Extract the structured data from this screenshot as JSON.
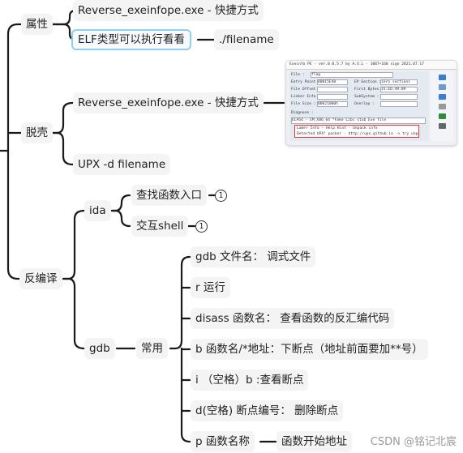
{
  "nodes": {
    "attr": "属性",
    "attr_tool": "Reverse_exeinfope.exe - 快捷方式",
    "attr_elf": "ELF类型可以执行看看",
    "attr_elf_cmd": "./filename",
    "unpack": "脱壳",
    "unpack_tool": "Reverse_exeinfope.exe - 快捷方式",
    "unpack_upx": "UPX -d filename",
    "decompile": "反编译",
    "ida": "ida",
    "ida_find_entry": "查找函数入口",
    "ida_interact": "交互shell",
    "gdb": "gdb",
    "gdb_common": "常用",
    "gdb_cmd_1": "gdb 文件名： 调式文件",
    "gdb_cmd_2": "r 运行",
    "gdb_cmd_3": "disass 函数名： 查看函数的反汇编代码",
    "gdb_cmd_4": "b 函数名/*地址：下断点（地址前面要加**号）",
    "gdb_cmd_5": "i （空格）b :查看断点",
    "gdb_cmd_6": "d(空格) 断点编号： 删除断点",
    "gdb_cmd_7": "p 函数名称",
    "gdb_cmd_7_desc": "函数开始地址"
  },
  "badges": {
    "ida_find_entry": "1",
    "ida_interact": "1"
  },
  "screenshot": {
    "title": "Exeinfo PE - ver.0.0.5.7  by A.S.L -  1087+160 sign  2021.07.17",
    "file_label": "File :",
    "file_value": "flag",
    "entry_label": "Entry Point :",
    "entry_value": "00015E40",
    "ep_section_label": "EP Section :",
    "ep_section_value": "zero sections",
    "file_offset_label": "File Offset :",
    "first_bytes_label": "First Bytes :",
    "first_bytes_value": "31.ED.49.89",
    "linker_label": "Linker Info :",
    "subsystem_label": "SubSystem :",
    "file_size_label": "File Size :",
    "file_size_value": "00021000h",
    "overlay_label": "Overlay :",
    "diagnose_label": "Diagnose :",
    "status_line": "ELF64 - EM_X86_64   *Fake Libc stub    Exe file",
    "detect_line_1": "Lamer Info - Help Hint - Unpack info",
    "detect_line_2": "Detected UPX! packer - http://upx.github.io -> try unpack with \"upx.exe -d\"",
    "accent": "#e33"
  },
  "watermark": "CSDN @铭记北宸",
  "colors": {
    "line": "#1a1a1a",
    "node_bg": "#f4f4f4",
    "selected_border": "#8fd0f0"
  }
}
